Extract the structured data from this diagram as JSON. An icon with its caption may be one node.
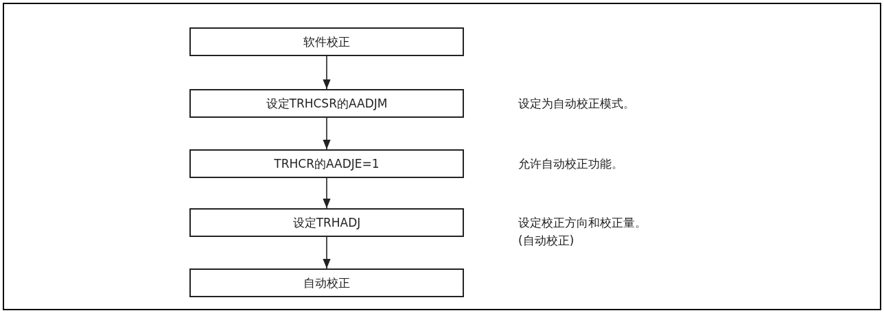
{
  "diagram": {
    "nodes": [
      {
        "text": [
          "软件校正"
        ]
      },
      {
        "text": [
          "设定TRHCSR的AADJM"
        ]
      },
      {
        "text": [
          "TRHCR的AADJE=1"
        ]
      },
      {
        "text": [
          "设定TRHADJ"
        ]
      },
      {
        "text": [
          "自动校正"
        ]
      }
    ],
    "edges": [
      {
        "from": 0,
        "to": 1,
        "arrow": "to"
      },
      {
        "from": 1,
        "to": 2,
        "arrow": "to"
      },
      {
        "from": 2,
        "to": 3,
        "arrow": "to"
      },
      {
        "from": 3,
        "to": 4,
        "arrow": "to"
      }
    ],
    "labels": [
      "设定为自动校正模式。",
      "允许自动校正功能。",
      "设定校正方向和校正量。",
      "(自动校正)"
    ]
  }
}
